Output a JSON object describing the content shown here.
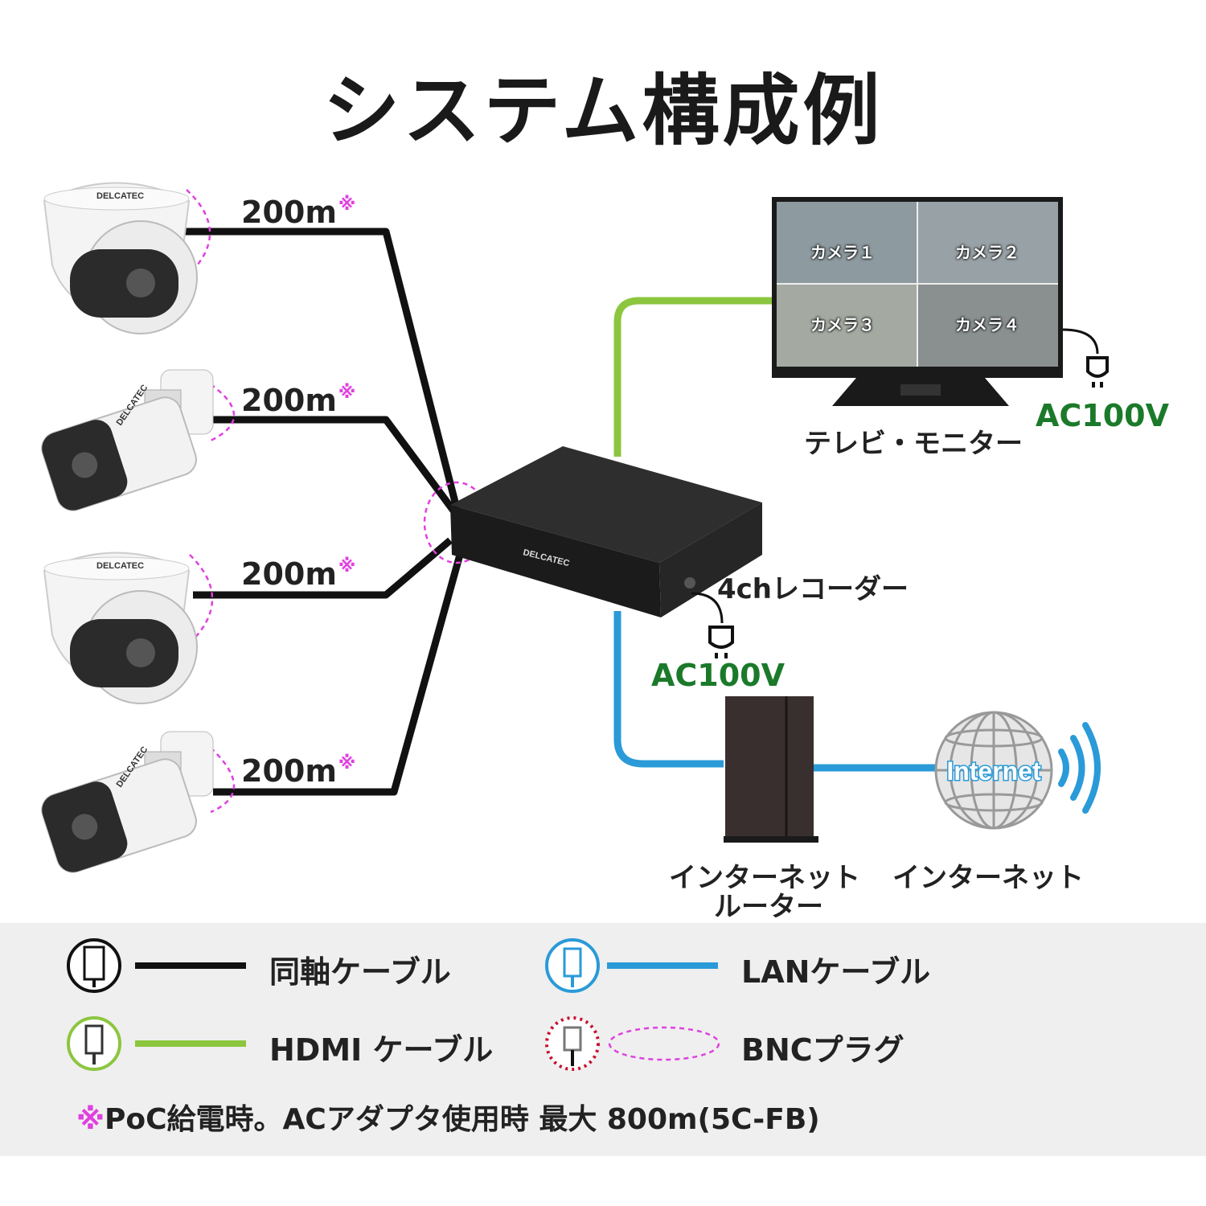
{
  "title": "システム構成例",
  "distances": [
    "200m",
    "200m",
    "200m",
    "200m"
  ],
  "distance_mark": "※",
  "camera_brand": "DELCATEC",
  "monitor": {
    "label": "テレビ・モニター",
    "power": "AC100V",
    "screens": [
      "カメラ１",
      "カメラ２",
      "カメラ３",
      "カメラ４"
    ]
  },
  "recorder": {
    "label": "4chレコーダー",
    "brand": "DELCATEC",
    "power": "AC100V"
  },
  "router": {
    "label_line1": "インターネット",
    "label_line2": "ルーター"
  },
  "internet": {
    "label": "インターネット",
    "globe_text": "Internet"
  },
  "legend": {
    "coax": "同軸ケーブル",
    "lan": "LANケーブル",
    "hdmi": "HDMI ケーブル",
    "bnc": "BNCプラグ",
    "note_mark": "※",
    "note": "PoC給電時。ACアダプタ使用時 最大 800m(5C-FB)"
  },
  "colors": {
    "coax": "#111111",
    "lan": "#2a9ad8",
    "hdmi": "#8cc63f",
    "bnc": "#e040e0",
    "power_text": "#1b7a2a"
  },
  "icons": [
    "dome-camera-icon",
    "bullet-camera-icon",
    "monitor-icon",
    "recorder-icon",
    "router-icon",
    "globe-icon",
    "wifi-icon",
    "plug-icon",
    "coax-connector-icon",
    "lan-connector-icon",
    "hdmi-connector-icon",
    "bnc-connector-icon"
  ]
}
